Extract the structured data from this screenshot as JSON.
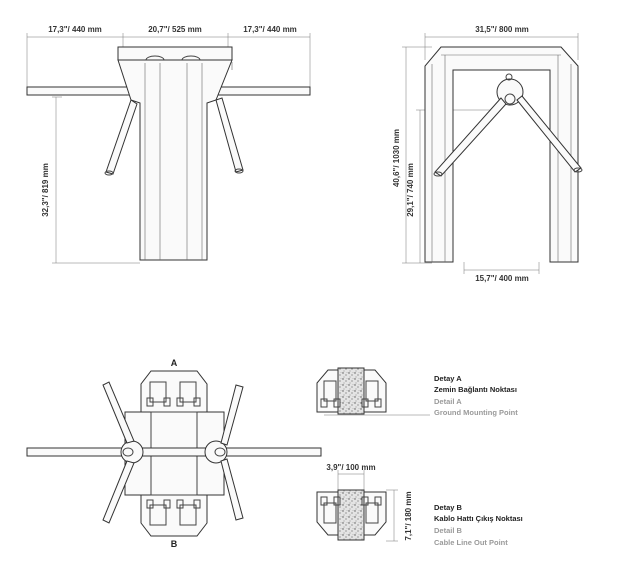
{
  "front_view": {
    "dim_left": "17,3\"/ 440 mm",
    "dim_center": "20,7\"/ 525 mm",
    "dim_right": "17,3\"/ 440 mm",
    "dim_height": "32,3\"/ 819 mm"
  },
  "side_view": {
    "dim_width": "31,5\"/ 800 mm",
    "dim_total_height": "40,6\"/ 1030 mm",
    "dim_arm_height": "29,1\"/ 740 mm",
    "dim_inner_width": "15,7\"/ 400 mm"
  },
  "top_view": {
    "letter_a": "A",
    "letter_b": "B"
  },
  "detail_a": {
    "title_tr": "Detay A",
    "subtitle_tr": "Zemin Bağlantı Noktası",
    "title_en": "Detail A",
    "subtitle_en": "Ground Mounting Point"
  },
  "detail_b": {
    "dim_width": "3,9\"/ 100 mm",
    "dim_height": "7,1\"/ 180 mm",
    "title_tr": "Detay B",
    "subtitle_tr": "Kablo Hattı Çıkış Noktası",
    "title_en": "Detail B",
    "subtitle_en": "Cable Line Out Point"
  }
}
